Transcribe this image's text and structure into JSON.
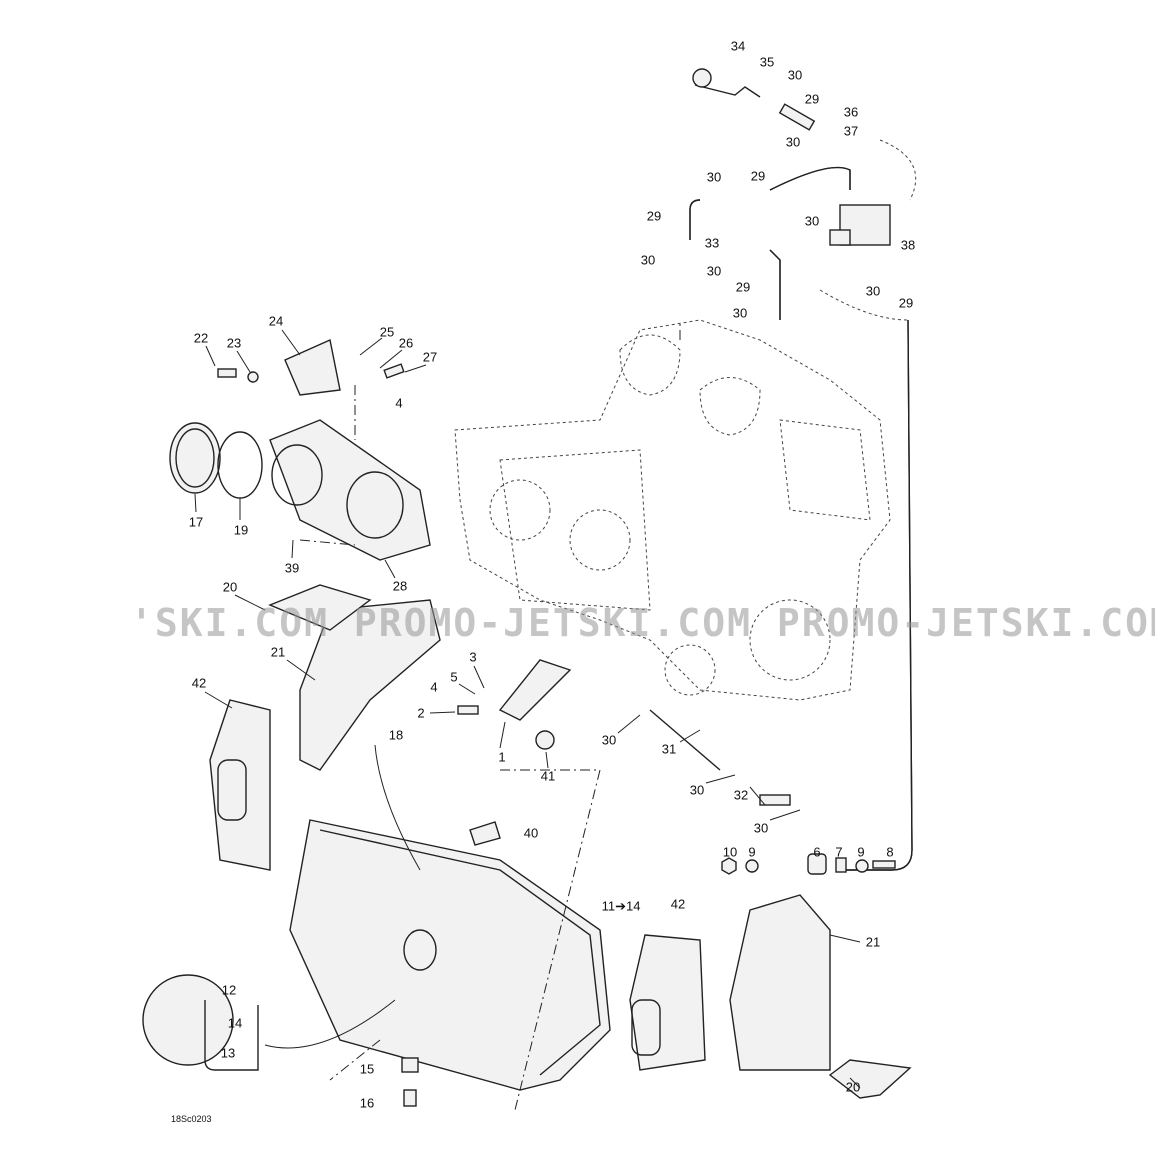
{
  "diagram_code": "18Sc0203",
  "watermark": "'SKI.COM  PROMO-JETSKI.COM  PROMO-JETSKI.COM",
  "labels": [
    "34",
    "35",
    "30",
    "29",
    "36",
    "37",
    "30",
    "30",
    "29",
    "29",
    "30",
    "33",
    "38",
    "30",
    "30",
    "29",
    "30",
    "29",
    "30",
    "24",
    "22",
    "23",
    "25",
    "26",
    "27",
    "4",
    "17",
    "19",
    "39",
    "28",
    "20",
    "21",
    "42",
    "3",
    "5",
    "4",
    "2",
    "18",
    "1",
    "41",
    "30",
    "31",
    "30",
    "32",
    "30",
    "40",
    "10",
    "9",
    "6",
    "7",
    "9",
    "8",
    "11➔14",
    "42",
    "21",
    "12",
    "14",
    "13",
    "15",
    "16",
    "20"
  ]
}
